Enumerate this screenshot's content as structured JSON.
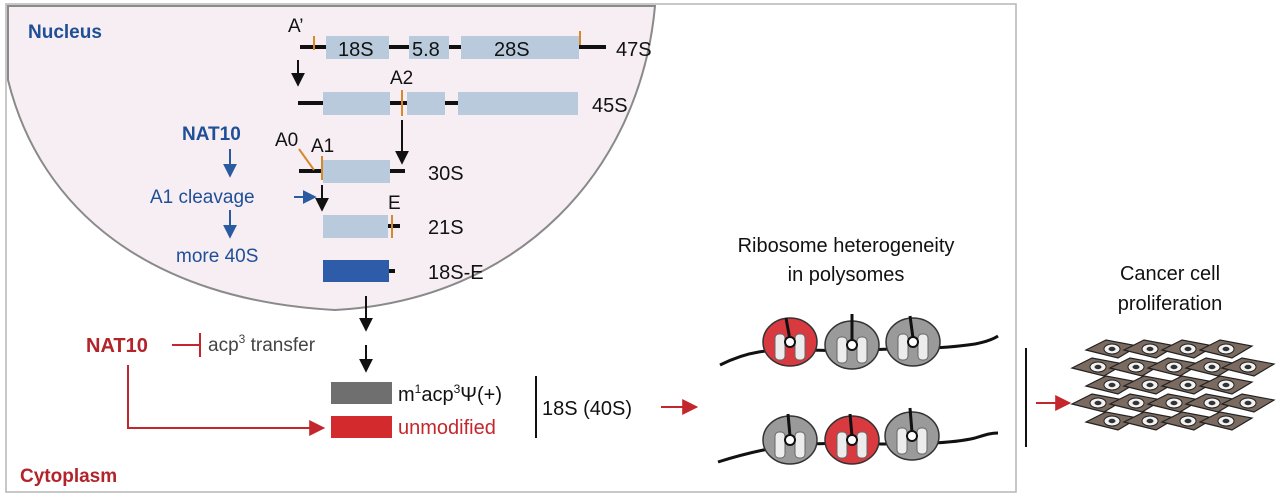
{
  "compartments": {
    "nucleus": "Nucleus",
    "cytoplasm": "Cytoplasm"
  },
  "rrna": {
    "pre47s": {
      "name": "47S",
      "segments": [
        "18S",
        "5.8",
        "28S"
      ]
    },
    "pre45s": {
      "name": "45S"
    },
    "pre30s": {
      "name": "30S"
    },
    "pre21s": {
      "name": "21S"
    },
    "pre18se": {
      "name": "18S-E"
    }
  },
  "sites": {
    "a_prime": "A’",
    "a0": "A0",
    "a1": "A1",
    "a2": "A2",
    "e": "E"
  },
  "nat10_pathway": {
    "nat10": "NAT10",
    "cleavage": "A1 cleavage",
    "outcome": "more 40S"
  },
  "cytoplasm_pathway": {
    "nat10": "NAT10",
    "inhibition_prefix": "acp",
    "inhibition_sup": "3",
    "inhibition_suffix": " transfer",
    "modified_m": "m",
    "modified_sup1": "1",
    "modified_acp": "acp",
    "modified_sup2": "3",
    "modified_rest": "Ψ(+)",
    "unmodified": "unmodified",
    "product": "18S (40S)"
  },
  "outcomes": {
    "heterogeneity_line1": "Ribosome heterogeneity",
    "heterogeneity_line2": "in polysomes",
    "cancer_line1": "Cancer cell",
    "cancer_line2": "proliferation"
  },
  "colors": {
    "nucleus_fill": "#f6eef3",
    "rrna_fill": "#b8cadb",
    "mature_fill": "#2e5ca8",
    "modified_fill": "#6f6f6f",
    "unmodified_fill": "#d32a2e",
    "nat10_blue": "#1f4f96",
    "nat10_red": "#b3232a",
    "cleavage_orange": "#d6892b"
  }
}
